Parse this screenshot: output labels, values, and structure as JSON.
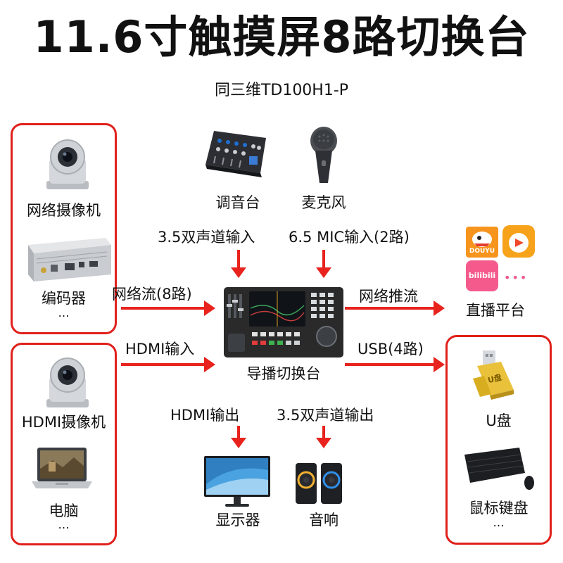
{
  "title": "11.6寸触摸屏8路切换台",
  "subtitle": "同三维TD100H1-P",
  "left_top_group": {
    "device1": "网络摄像机",
    "device2": "编码器",
    "more": "…"
  },
  "left_bottom_group": {
    "device1": "HDMI摄像机",
    "device2": "电脑",
    "more": "…"
  },
  "right_group": {
    "device1": "U盘",
    "device2": "鼠标键盘",
    "more": "…",
    "udisk_text": "U盘"
  },
  "top_devices": {
    "mixer": "调音台",
    "mic": "麦克风"
  },
  "center": {
    "label": "导播切换台"
  },
  "bottom_devices": {
    "display": "显示器",
    "speaker": "音响"
  },
  "platform": {
    "label": "直播平台",
    "more": "•••",
    "douyu": "DOUYU",
    "bilibili": "bilibili"
  },
  "connections": {
    "audio_in": "3.5双声道输入",
    "mic_in": "6.5 MIC输入(2路)",
    "network_stream": "网络流(8路)",
    "push_stream": "网络推流",
    "hdmi_in": "HDMI输入",
    "usb": "USB(4路)",
    "hdmi_out": "HDMI输出",
    "audio_out": "3.5双声道输出"
  },
  "colors": {
    "accent_red": "#e0201b",
    "arrow_red": "#e8231d",
    "device_dark": "#2a2a2a",
    "device_gray": "#9aa0a6"
  }
}
